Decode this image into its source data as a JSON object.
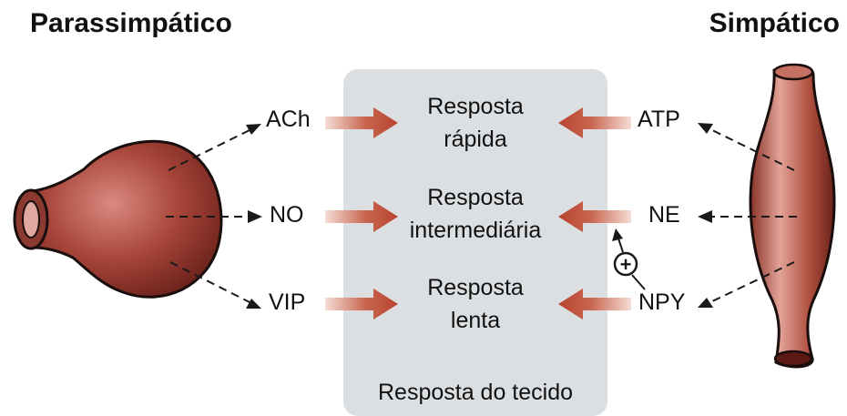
{
  "titles": {
    "parasympathetic": "Parassimpático",
    "sympathetic": "Simpático"
  },
  "neurotransmitters": {
    "ach": "ACh",
    "no": "NO",
    "vip": "VIP",
    "atp": "ATP",
    "ne": "NE",
    "npy": "NPY"
  },
  "responses": {
    "rapid": [
      "Resposta",
      "rápida"
    ],
    "intermediate": [
      "Resposta",
      "intermediária"
    ],
    "slow": [
      "Resposta",
      "lenta"
    ]
  },
  "tissue_label": "Resposta do tecido",
  "modulation_symbol": "+",
  "colors": {
    "varicosity_fill": "#a8453a",
    "varicosity_outline": "#1a0e0c",
    "arrow_color": "#b8432f",
    "tissue_box": "#dcdfe2"
  }
}
